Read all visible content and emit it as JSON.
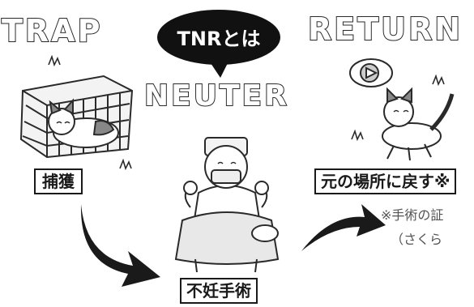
{
  "bubble": {
    "text": "TNRとは"
  },
  "steps": {
    "trap": {
      "title": "TRAP",
      "label": "捕獲"
    },
    "neuter": {
      "title": "NEUTER",
      "label": "不妊手術"
    },
    "return": {
      "title": "RETURN",
      "label": "元の場所に戻す※"
    }
  },
  "note": {
    "line1": "※手術の証",
    "line2": "（さくら"
  },
  "colors": {
    "ink": "#1a1a1a",
    "bubble": "#111111",
    "bubble_text": "#ffffff",
    "note": "#555555"
  },
  "icons": [
    "cat-in-trap-illustration",
    "vet-doctor-illustration",
    "walking-cat-illustration",
    "curved-arrow-icon",
    "sprout-icon"
  ]
}
